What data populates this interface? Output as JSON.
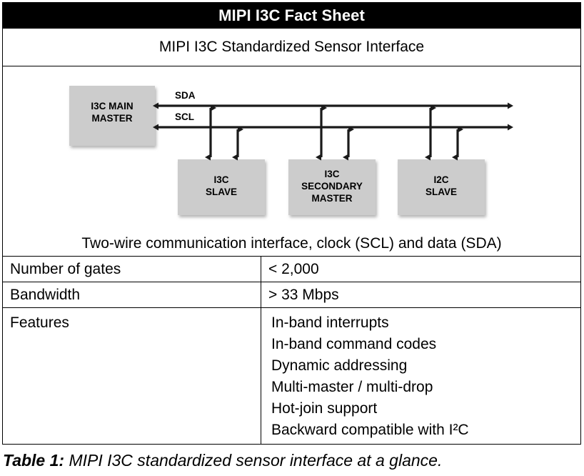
{
  "header": {
    "title": "MIPI I3C Fact Sheet",
    "background_color": "#000000",
    "text_color": "#ffffff"
  },
  "subtitle": {
    "text": "MIPI I3C Standardized Sensor Interface"
  },
  "diagram": {
    "box_fill_color": "#cccccc",
    "line_color": "#1a1a1a",
    "caption": "Two-wire communication interface, clock (SCL) and data (SDA)",
    "bus_lines": [
      {
        "name": "SDA",
        "label": "SDA"
      },
      {
        "name": "SCL",
        "label": "SCL"
      }
    ],
    "nodes": [
      {
        "id": "main-master",
        "label": "I3C MAIN\nMASTER"
      },
      {
        "id": "i3c-slave",
        "label": "I3C\nSLAVE"
      },
      {
        "id": "i3c-secondary-master",
        "label": "I3C\nSECONDARY\nMASTER"
      },
      {
        "id": "i2c-slave",
        "label": "I2C\nSLAVE"
      }
    ]
  },
  "rows": [
    {
      "name": "number-of-gates",
      "label": "Number of gates",
      "value": "< 2,000"
    },
    {
      "name": "bandwidth",
      "label": "Bandwidth",
      "value": "> 33 Mbps"
    }
  ],
  "features": {
    "label": "Features",
    "items": [
      "In-band interrupts",
      "In-band command codes",
      "Dynamic addressing",
      "Multi-master / multi-drop",
      "Hot-join support",
      "Backward compatible with I²C"
    ]
  },
  "caption": {
    "prefix": "Table 1:",
    "text": " MIPI I3C standardized sensor interface at a glance."
  }
}
